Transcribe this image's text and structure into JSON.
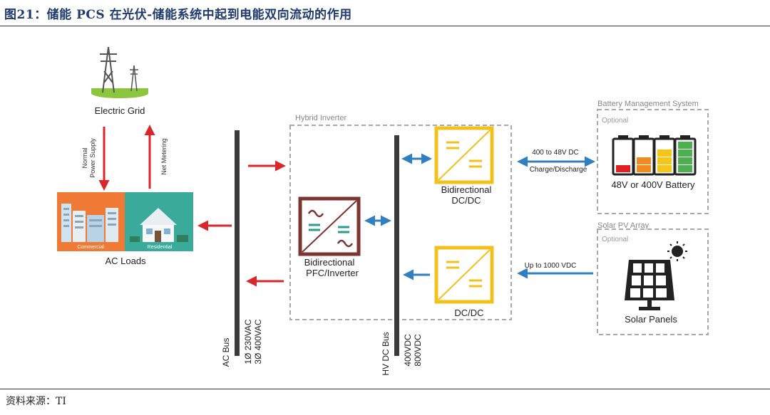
{
  "figure": {
    "title": "图21：储能 PCS 在光伏-储能系统中起到电能双向流动的作用",
    "source": "资料来源：TI"
  },
  "grid": {
    "label": "Electric Grid",
    "arrow_down_label_line1": "Normal",
    "arrow_down_label_line2": "Power Supply",
    "arrow_up_label": "Net Metering"
  },
  "loads": {
    "label": "AC Loads",
    "commercial": "Commercial",
    "residential": "Residential"
  },
  "ac_bus": {
    "label": "AC Bus",
    "voltage1": "1Ø 230VAC",
    "voltage2": "3Ø 400VAC"
  },
  "hv_dc_bus": {
    "label": "HV DC Bus",
    "voltage1": "400VDC",
    "voltage2": "800VDC"
  },
  "hybrid_inverter": {
    "label": "Hybrid Inverter",
    "pfc_line1": "Bidirectional",
    "pfc_line2": "PFC/Inverter",
    "bidc_line1": "Bidirectional",
    "bidc_line2": "DC/DC",
    "dcdc": "DC/DC"
  },
  "bms": {
    "label": "Battery Management System",
    "optional": "Optional",
    "battery": "48V or 400V Battery",
    "link_top": "400 to 48V DC",
    "link_bottom": "Charge/Discharge"
  },
  "solar": {
    "label": "Solar PV Array",
    "optional": "Optional",
    "panels": "Solar Panels",
    "link": "Up to 1000 VDC"
  },
  "colors": {
    "title": "#1f3a6e",
    "red_arrow": "#d9262b",
    "blue_arrow": "#2f7fc1",
    "converter_yellow": "#f2c21b",
    "pfc_brown": "#7a3530",
    "pfc_teal": "#2a9d8f",
    "bus": "#3a3a3a",
    "dashed": "#a9a9a9",
    "commercial_bg": "#ef7a36",
    "residential_bg": "#3aaa9b"
  }
}
